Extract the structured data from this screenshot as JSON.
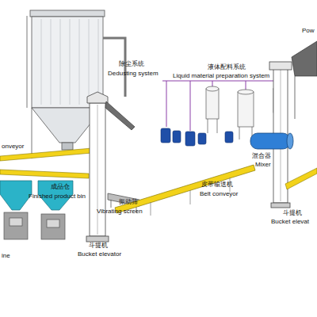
{
  "diagram": {
    "labels": [
      "除尘系统",
      "Dedusting system",
      "液体配料系统",
      "Liquid material preparation system",
      "Pow",
      "onveyor",
      "成品仓",
      "Finished product bin",
      "振动筛",
      "Vibrating screen",
      "斗提机",
      "Bucket elevator",
      "皮带输送机",
      "Belt conveyor",
      "混合器",
      "Mixer",
      "斗提机",
      "Bucket elevat",
      "ine"
    ]
  }
}
